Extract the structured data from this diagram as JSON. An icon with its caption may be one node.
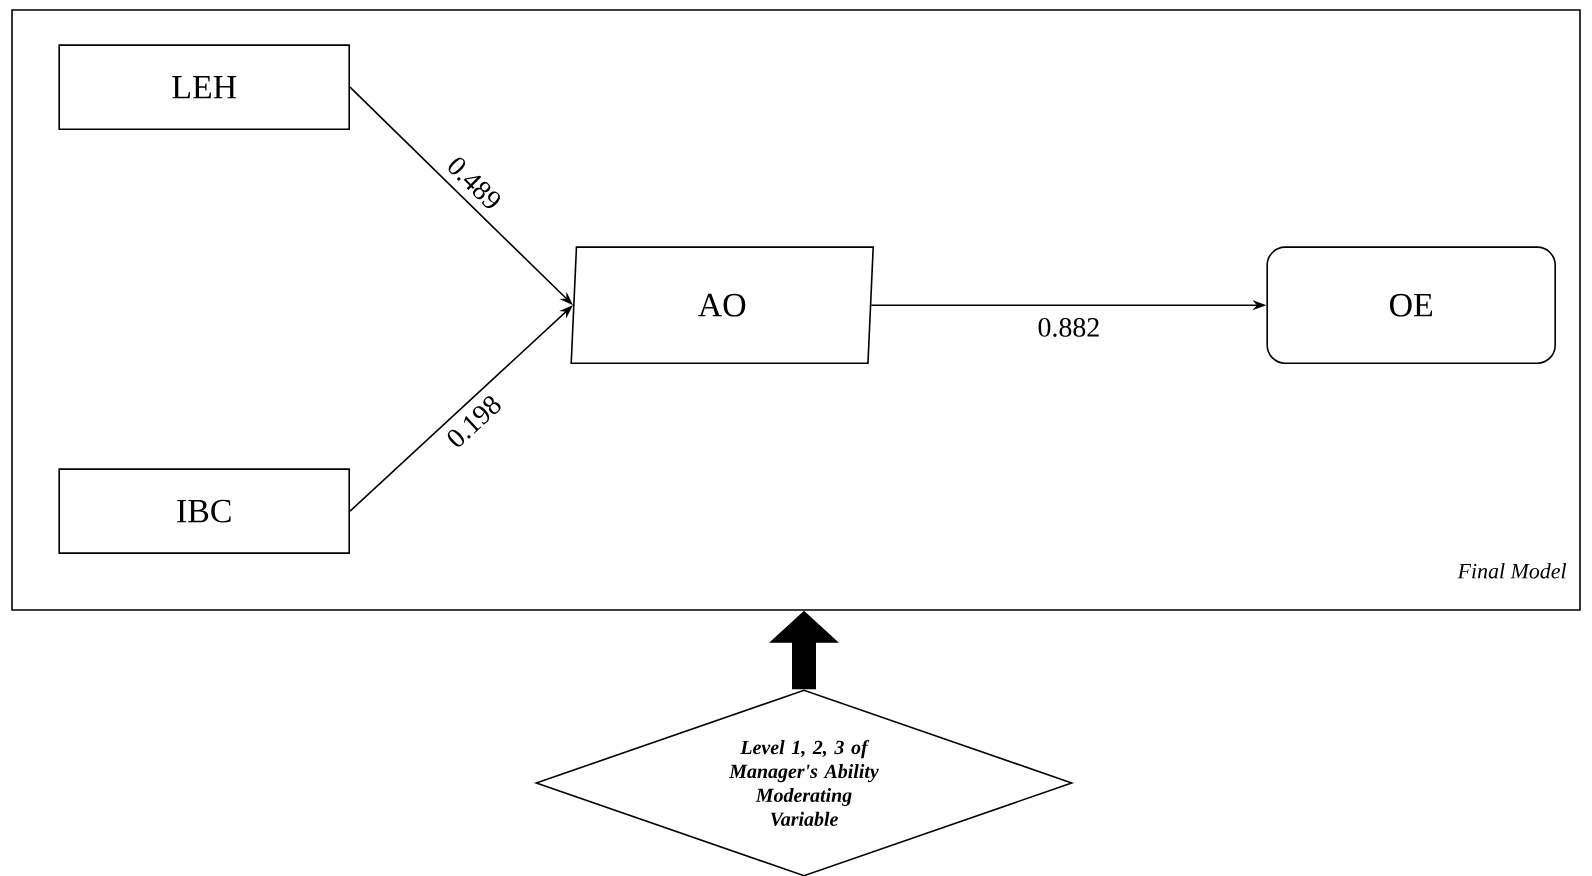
{
  "diagram": {
    "nodes": [
      {
        "text": [
          "Final Model"
        ]
      },
      {
        "text": [
          "LEH"
        ],
        "in": 0
      },
      {
        "text": [
          "IBC"
        ],
        "in": 0
      },
      {
        "text": [
          "AO"
        ],
        "in": 0
      },
      {
        "text": [
          "OE"
        ],
        "in": 0
      },
      {
        "text": [
          "Level 1, 2, 3 of Manager's Ability Moderating Variable"
        ]
      }
    ],
    "edges": [
      {
        "from": 1,
        "to": 3,
        "arrow": "to",
        "label": "0.489"
      },
      {
        "from": 2,
        "to": 3,
        "arrow": "to",
        "label": "0.198"
      },
      {
        "from": 3,
        "to": 4,
        "arrow": "to",
        "label": "0.882"
      },
      {
        "from": 5,
        "to": 0,
        "arrow": "to",
        "style": "thick"
      }
    ]
  }
}
